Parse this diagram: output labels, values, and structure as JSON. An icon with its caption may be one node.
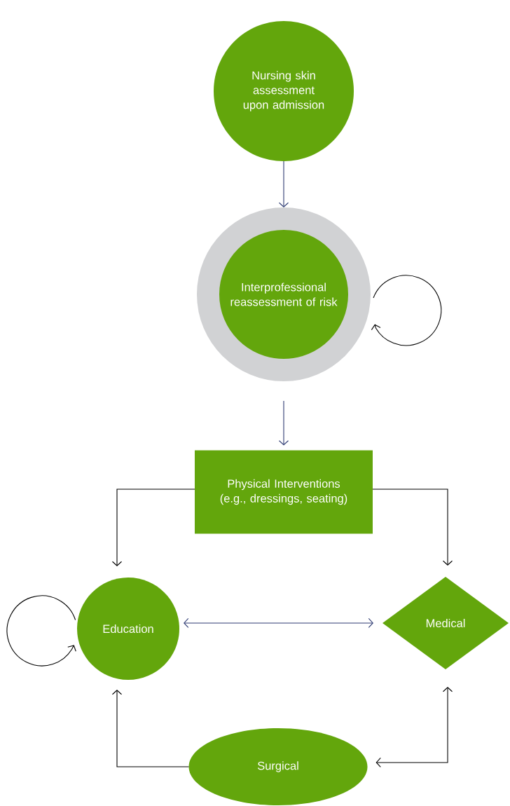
{
  "diagram": {
    "nodes": [
      {
        "text": [
          "Nursing skin assessment upon admission"
        ]
      },
      {
        "text": [
          "Interprofessional reassessment of risk"
        ]
      },
      {
        "text": [
          "Physical Interventions",
          "(e.g., dressings, seating)"
        ]
      },
      {
        "text": [
          "Education"
        ]
      },
      {
        "text": [
          "Medical"
        ]
      },
      {
        "text": [
          "Surgical"
        ]
      }
    ],
    "edges": [
      {
        "from": 0,
        "to": 1,
        "arrow": "to",
        "color": "#2e3b73"
      },
      {
        "from": 1,
        "to": 1,
        "arrow": "to"
      },
      {
        "from": 1,
        "to": 2,
        "arrow": "to",
        "color": "#2e3b73"
      },
      {
        "from": 2,
        "to": 3,
        "arrow": "to"
      },
      {
        "from": 2,
        "to": 4,
        "arrow": "to"
      },
      {
        "from": 3,
        "to": 4,
        "arrow": "both",
        "color": "#2e3b73"
      },
      {
        "from": 3,
        "to": 3,
        "arrow": "to"
      },
      {
        "from": 5,
        "to": 3,
        "arrow": "to"
      },
      {
        "from": 5,
        "to": 4,
        "arrow": "both"
      }
    ]
  }
}
